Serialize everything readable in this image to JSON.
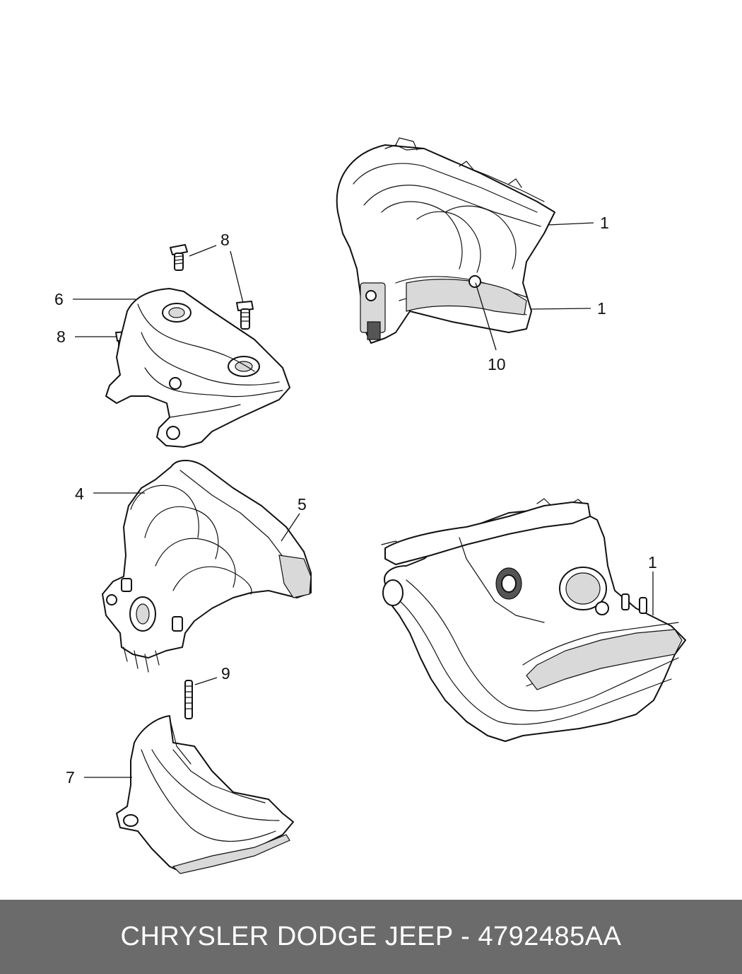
{
  "callouts": [
    {
      "id": "c1a",
      "label": "1"
    },
    {
      "id": "c1b",
      "label": "1"
    },
    {
      "id": "c10",
      "label": "10"
    },
    {
      "id": "c8a",
      "label": "8"
    },
    {
      "id": "c6",
      "label": "6"
    },
    {
      "id": "c8b",
      "label": "8"
    },
    {
      "id": "c4",
      "label": "4"
    },
    {
      "id": "c5",
      "label": "5"
    },
    {
      "id": "c1c",
      "label": "1"
    },
    {
      "id": "c9",
      "label": "9"
    },
    {
      "id": "c7",
      "label": "7"
    }
  ],
  "footer": {
    "text": "CHRYSLER DODGE JEEP - 4792485AA"
  },
  "colors": {
    "footer_bg": "#6b6b6b",
    "footer_text": "#ffffff",
    "line": "#111111"
  }
}
